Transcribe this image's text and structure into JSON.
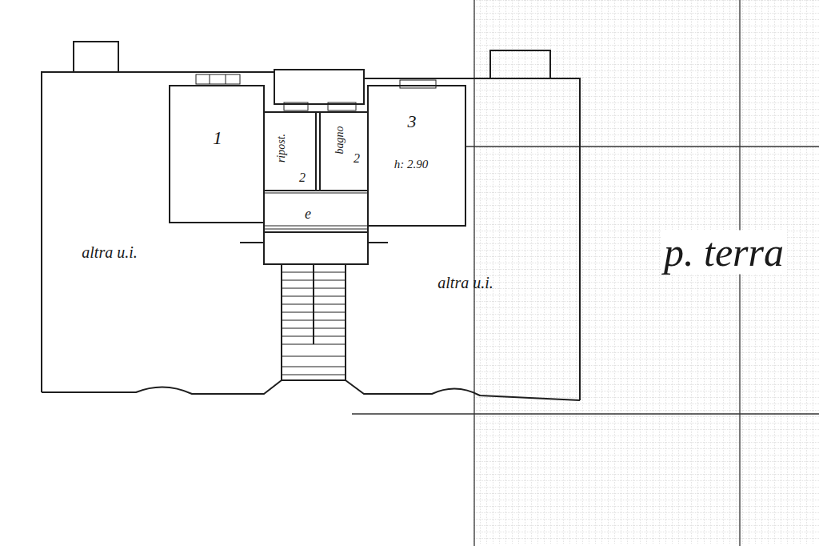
{
  "diagram": {
    "nodes": [
      {
        "text": [
          "altra u.i."
        ]
      },
      {
        "text": [
          "1"
        ]
      },
      {
        "text": [
          "ripost.",
          "2"
        ]
      },
      {
        "text": [
          "bagno",
          "2"
        ]
      },
      {
        "text": [
          "3",
          "h: 2.90"
        ]
      },
      {
        "text": [
          "e"
        ]
      },
      {
        "text": [
          "altra u.i."
        ]
      }
    ],
    "labels": [
      "p. terra"
    ]
  }
}
